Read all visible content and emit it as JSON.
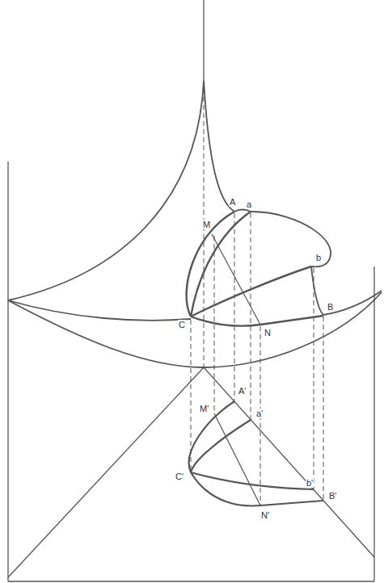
{
  "diagram": {
    "labels": [
      "A",
      "a",
      "M",
      "b",
      "B",
      "C",
      "N",
      "A'",
      "M'",
      "a'",
      "C'",
      "N'",
      "b'",
      "B'"
    ]
  }
}
